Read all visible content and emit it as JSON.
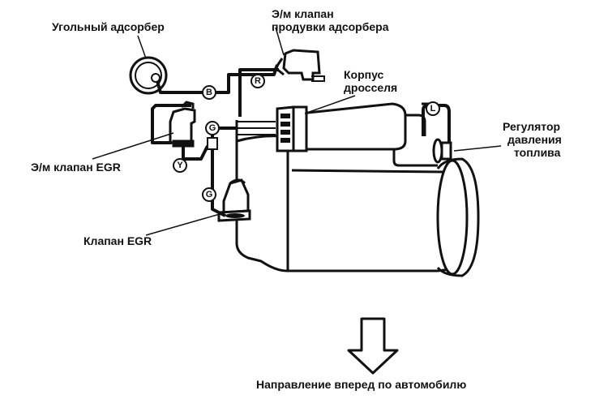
{
  "labels": {
    "adsorber": "Угольный адсорбер",
    "purge_valve_line1": "Э/м клапан",
    "purge_valve_line2": "продувки адсорбера",
    "throttle_line1": "Корпус",
    "throttle_line2": "дросселя",
    "regulator_line1": "Регулятор",
    "regulator_line2": "давления",
    "regulator_line3": "топлива",
    "egr_solenoid": "Э/м клапан EGR",
    "egr_valve": "Клапан EGR",
    "direction": "Направление вперед по автомобилю"
  },
  "hose_tags": {
    "b": "B",
    "r": "R",
    "g1": "G",
    "g2": "G",
    "y": "Y",
    "l": "L"
  },
  "colors": {
    "ink": "#111111",
    "background": "#ffffff"
  }
}
